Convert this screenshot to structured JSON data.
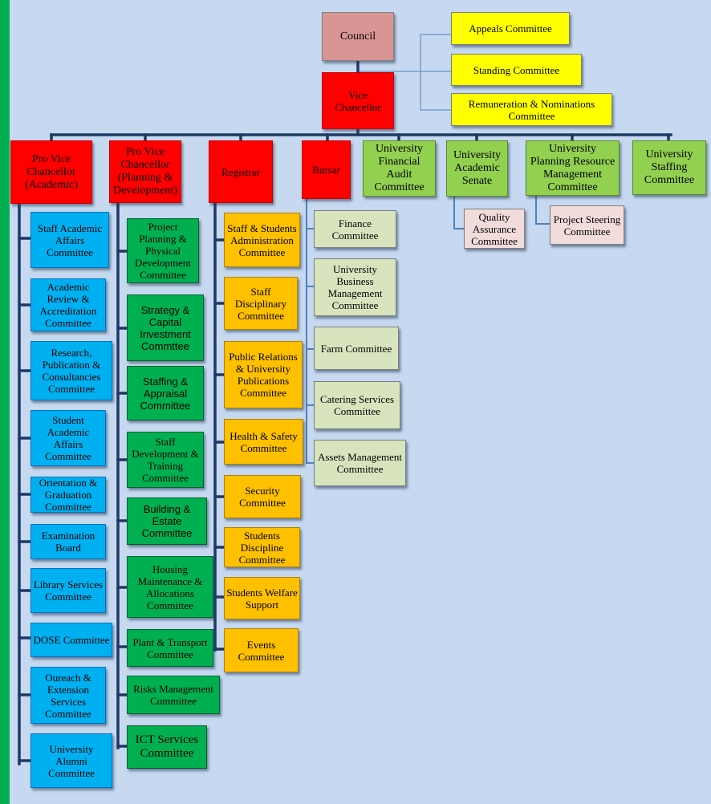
{
  "top": {
    "council": "Council",
    "vice_chancellor": "Vice Chancellor"
  },
  "side_committees": [
    "Appeals Committee",
    "Standing Committee",
    "Remuneration & Nominations Committee"
  ],
  "branches": {
    "pvc_academic": {
      "title": "Pro Vice Chancellor (Academic)",
      "items": [
        "Staff Academic Affairs Committee",
        "Academic Review & Accreditation Committee",
        "Research, Publication & Consultancies Committee",
        "Student Academic Affairs Committee",
        "Orientation & Graduation Committee",
        "Examination Board",
        "Library Services Committee",
        "DOSE Committee",
        "Oureach & Extension Services Committee",
        "University Alumni Committee"
      ]
    },
    "pvc_planning": {
      "title": "Pro Vice Chancellor (Planning & Development)",
      "items": [
        "Project Planning & Physical Development Committee",
        "Strategy & Capital Investment Commttee",
        "Staffing & Appraisal Committee",
        "Staff Development & Training Committee",
        "Building & Estate Committee",
        "Housing Maintenance & Allocations Committee",
        "Plant & Transport Committee",
        "Risks Management Committee",
        "ICT Services Committee"
      ]
    },
    "registrar": {
      "title": "Registrar",
      "items": [
        "Staff & Students Administration Committee",
        "Staff Disciplinary Committee",
        "Public Relations & University Publications Committee",
        "Health & Safety Committee",
        "Security Committee",
        "Students Discipline Committee",
        "Students Welfare Support",
        "Events Committee"
      ]
    },
    "bursar": {
      "title": "Bursar",
      "items": [
        "Finance Committee",
        "University Business Management Committee",
        "Farm Committee",
        "Catering Services Committee",
        "Assets Management Committee"
      ]
    },
    "audit": {
      "title": "University Financial Audit Committee"
    },
    "senate": {
      "title": "University Academic Senate",
      "items": [
        "Quality Assurance Committee"
      ]
    },
    "planning_resource": {
      "title": "University Planning Resource Management Committee",
      "items": [
        "Project Steering Committee"
      ]
    },
    "staffing": {
      "title": "University Staffing Committee"
    }
  }
}
